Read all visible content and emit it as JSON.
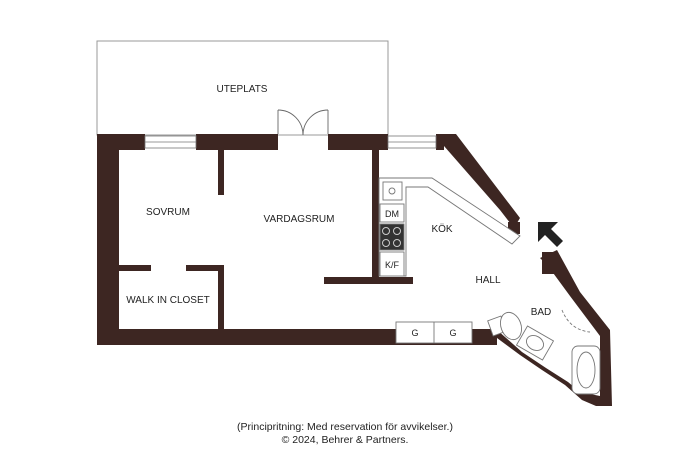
{
  "rooms": {
    "uteplats": "UTEPLATS",
    "sovrum": "SOVRUM",
    "vardagsrum": "VARDAGSRUM",
    "kok": "KÖK",
    "hall": "HALL",
    "bad": "BAD",
    "walk_in_closet": "WALK IN CLOSET"
  },
  "appliances": {
    "dishwasher": "DM",
    "fridge_freezer": "K/F",
    "storage_left": "G",
    "storage_right": "G"
  },
  "caption": {
    "line1": "(Principritning: Med reservation för avvikelser.)",
    "line2": "© 2024, Behrer & Partners."
  },
  "colors": {
    "wall": "#3d2622",
    "background": "#ffffff",
    "line": "#888888"
  }
}
